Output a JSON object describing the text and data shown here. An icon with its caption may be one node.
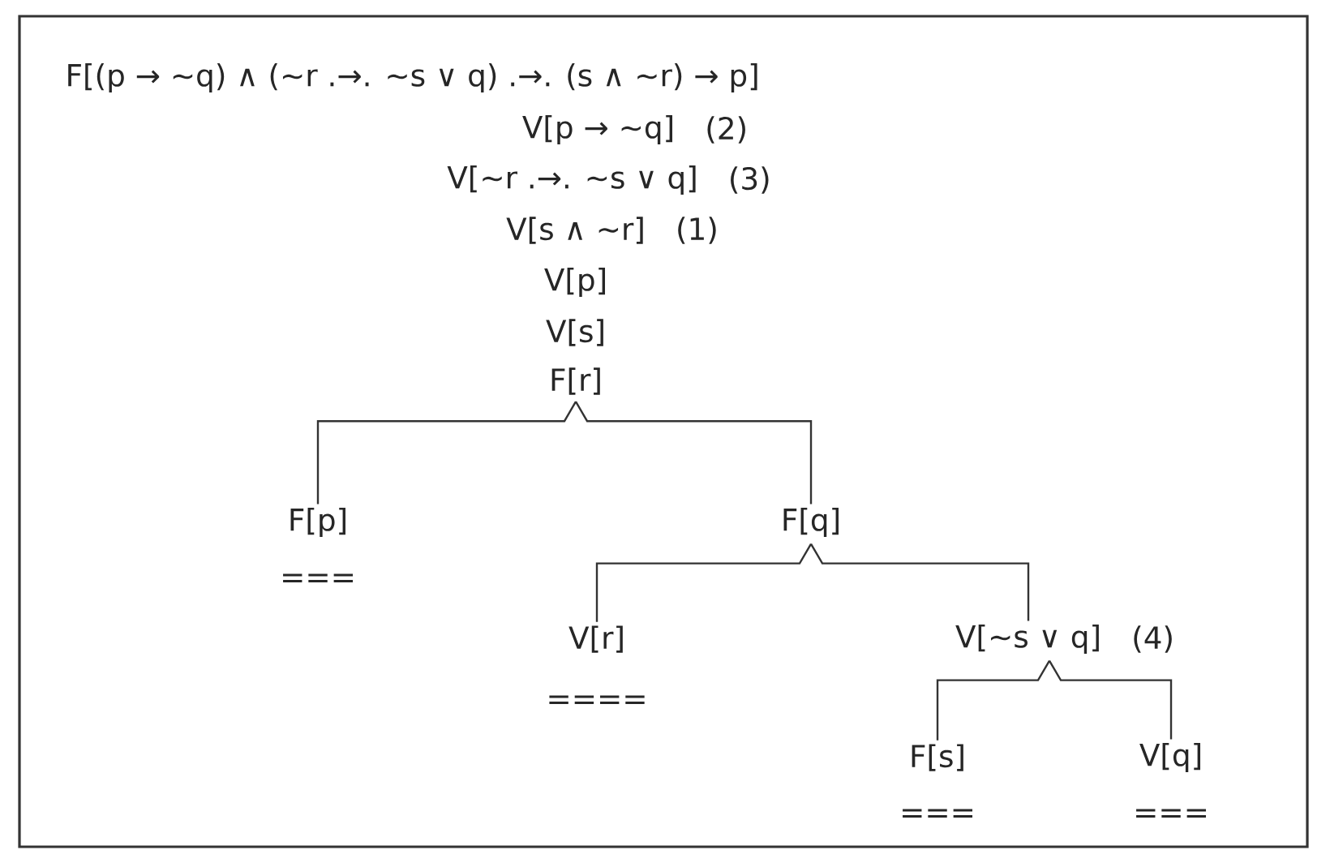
{
  "diagram": {
    "nodes": [
      {
        "text": [
          "F[(p → ~q) ∧ (~r .→. ~s ∨ q) .→. (s ∧ ~r) → p]"
        ]
      },
      {
        "text": [
          "V[p → ~q]"
        ],
        "beside": [
          "(2)"
        ]
      },
      {
        "text": [
          "V[~r .→. ~s ∨ q]"
        ],
        "beside": [
          "(3)"
        ]
      },
      {
        "text": [
          "V[s ∧ ~r]"
        ],
        "beside": [
          "(1)"
        ]
      },
      {
        "text": [
          "V[p]"
        ]
      },
      {
        "text": [
          "V[s]"
        ]
      },
      {
        "text": [
          "F[r]"
        ]
      },
      {
        "text": [
          "F[p]"
        ]
      },
      {
        "text": [
          "F[q]"
        ]
      },
      {
        "text": [
          "V[r]"
        ]
      },
      {
        "text": [
          "V[~s ∨ q]"
        ],
        "beside": [
          "(4)"
        ]
      },
      {
        "text": [
          "F[s]"
        ]
      },
      {
        "text": [
          "V[q]"
        ]
      }
    ],
    "edges": [
      {
        "from": 6,
        "to": 7,
        "arrow": "none"
      },
      {
        "from": 6,
        "to": 8,
        "arrow": "none"
      },
      {
        "from": 8,
        "to": 9,
        "arrow": "none"
      },
      {
        "from": 8,
        "to": 10,
        "arrow": "none"
      },
      {
        "from": 10,
        "to": 11,
        "arrow": "none"
      },
      {
        "from": 10,
        "to": 12,
        "arrow": "none"
      }
    ],
    "labels": [
      "===",
      "====",
      "===",
      "==="
    ]
  }
}
